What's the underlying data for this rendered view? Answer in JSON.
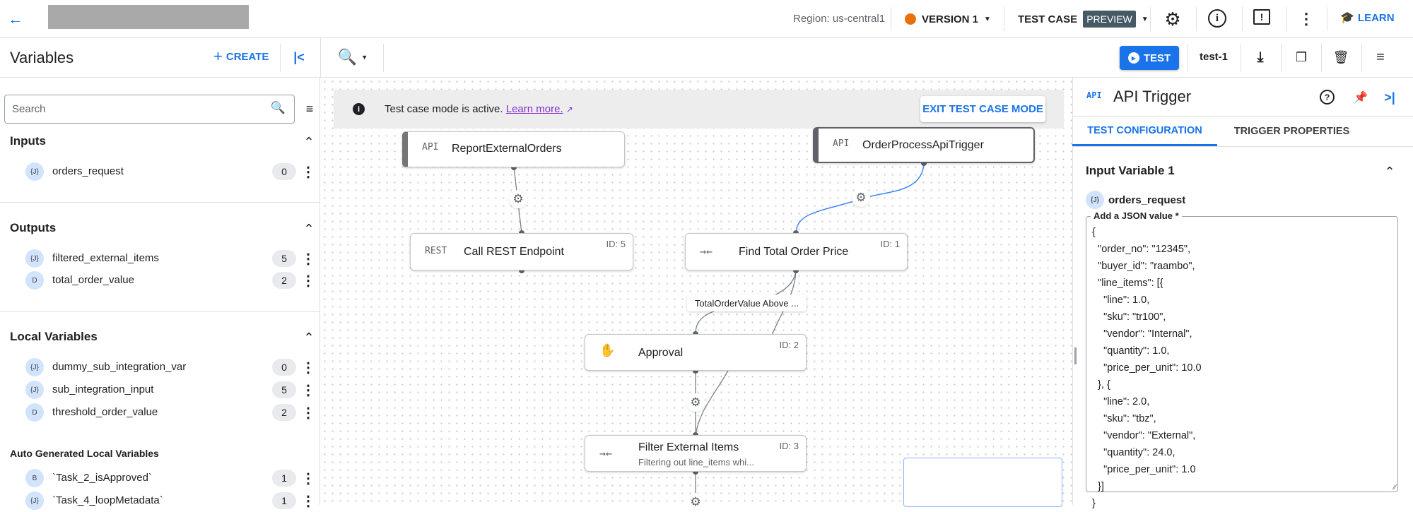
{
  "topbar": {
    "region": "Region: us-central1",
    "version": "VERSION 1",
    "version_color": "#e8710a",
    "test_case": "TEST CASE",
    "preview_badge": "PREVIEW",
    "learn": "LEARN",
    "icons": [
      "back-arrow-icon",
      "settings-gear-icon",
      "info-icon",
      "feedback-icon",
      "more-vert-icon",
      "learn-icon"
    ]
  },
  "toolbar": {
    "variables_title": "Variables",
    "create": "CREATE",
    "test_button": "TEST",
    "test_case_name": "test-1",
    "accent": "#1a73e8"
  },
  "left": {
    "search_placeholder": "Search",
    "inputs": {
      "title": "Inputs",
      "items": [
        {
          "type": "{J}",
          "name": "orders_request",
          "count": "0"
        }
      ]
    },
    "outputs": {
      "title": "Outputs",
      "items": [
        {
          "type": "{J}",
          "name": "filtered_external_items",
          "count": "5"
        },
        {
          "type": "D",
          "name": "total_order_value",
          "count": "2"
        }
      ]
    },
    "locals": {
      "title": "Local Variables",
      "items": [
        {
          "type": "{J}",
          "name": "dummy_sub_integration_var",
          "count": "0"
        },
        {
          "type": "{J}",
          "name": "sub_integration_input",
          "count": "5"
        },
        {
          "type": "D",
          "name": "threshold_order_value",
          "count": "2"
        }
      ]
    },
    "auto": {
      "title": "Auto Generated Local Variables",
      "items": [
        {
          "type": "B",
          "name": "`Task_2_isApproved`",
          "count": "1"
        },
        {
          "type": "{J}",
          "name": "`Task_4_loopMetadata`",
          "count": "1"
        }
      ]
    }
  },
  "canvas": {
    "banner_text": "Test case mode is active.",
    "banner_link": "Learn more.",
    "exit_button": "EXIT TEST CASE MODE",
    "nodes": {
      "report": {
        "icon": "API",
        "label": "ReportExternalOrders"
      },
      "trigger": {
        "icon": "API",
        "label": "OrderProcessApiTrigger"
      },
      "rest": {
        "icon": "REST",
        "label": "Call REST Endpoint",
        "id": "ID: 5"
      },
      "total": {
        "label": "Find Total Order Price",
        "id": "ID: 1"
      },
      "approval": {
        "label": "Approval",
        "id": "ID: 2"
      },
      "filter": {
        "label": "Filter External Items",
        "sub": "Filtering out line_items whi...",
        "id": "ID: 3"
      }
    },
    "edge_label": "TotalOrderValue Above ..."
  },
  "right": {
    "icon": "API",
    "title": "API Trigger",
    "tabs": [
      {
        "label": "TEST CONFIGURATION",
        "active": true
      },
      {
        "label": "TRIGGER PROPERTIES",
        "active": false
      }
    ],
    "section": "Input Variable 1",
    "var_type": "{J}",
    "var_name": "orders_request",
    "json_label": "Add a JSON value *",
    "json_lines": [
      "{",
      "  \"order_no\": \"12345\",",
      "  \"buyer_id\": \"raambo\",",
      "  \"line_items\": [{",
      "    \"line\": 1.0,",
      "    \"sku\": \"tr100\",",
      "    \"vendor\": \"Internal\",",
      "    \"quantity\": 1.0,",
      "    \"price_per_unit\": 10.0",
      "  }, {",
      "    \"line\": 2.0,",
      "    \"sku\": \"tbz\",",
      "    \"vendor\": \"External\",",
      "    \"quantity\": 24.0,",
      "    \"price_per_unit\": 1.0",
      "  }]",
      "}"
    ]
  }
}
